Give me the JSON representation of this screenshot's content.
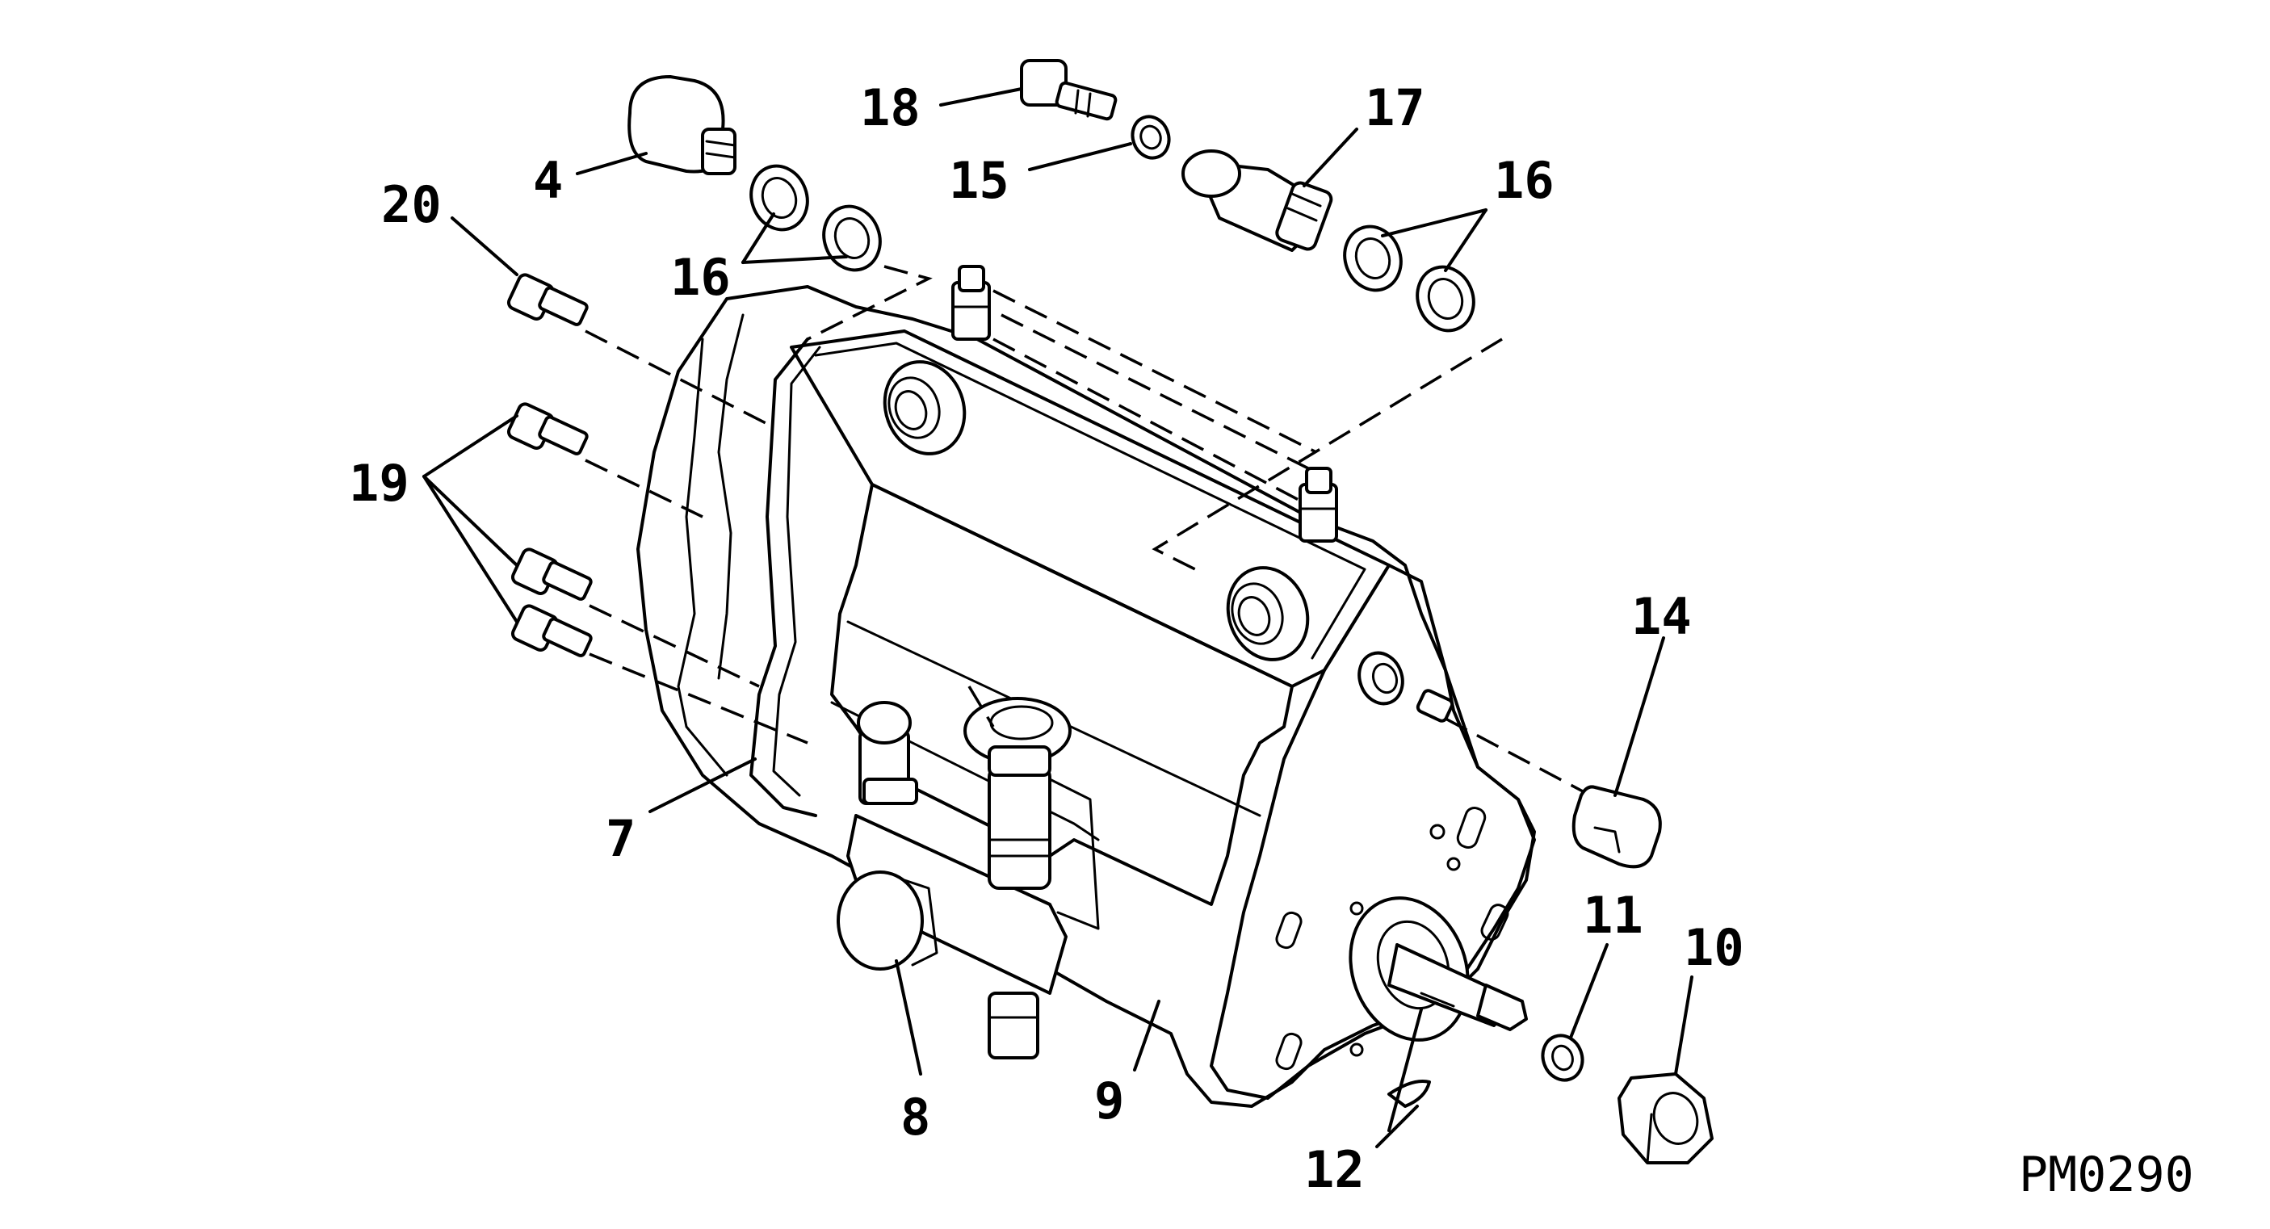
{
  "figure": {
    "reference": "PM0290"
  },
  "callouts": [
    {
      "id": "c4",
      "label": "4"
    },
    {
      "id": "c7",
      "label": "7"
    },
    {
      "id": "c8",
      "label": "8"
    },
    {
      "id": "c9",
      "label": "9"
    },
    {
      "id": "c10",
      "label": "10"
    },
    {
      "id": "c11",
      "label": "11"
    },
    {
      "id": "c12",
      "label": "12"
    },
    {
      "id": "c14",
      "label": "14"
    },
    {
      "id": "c15",
      "label": "15"
    },
    {
      "id": "c16a",
      "label": "16"
    },
    {
      "id": "c16b",
      "label": "16"
    },
    {
      "id": "c17",
      "label": "17"
    },
    {
      "id": "c18",
      "label": "18"
    },
    {
      "id": "c19",
      "label": "19"
    },
    {
      "id": "c20",
      "label": "20"
    }
  ],
  "colors": {
    "ink": "#000000",
    "background": "#ffffff"
  }
}
